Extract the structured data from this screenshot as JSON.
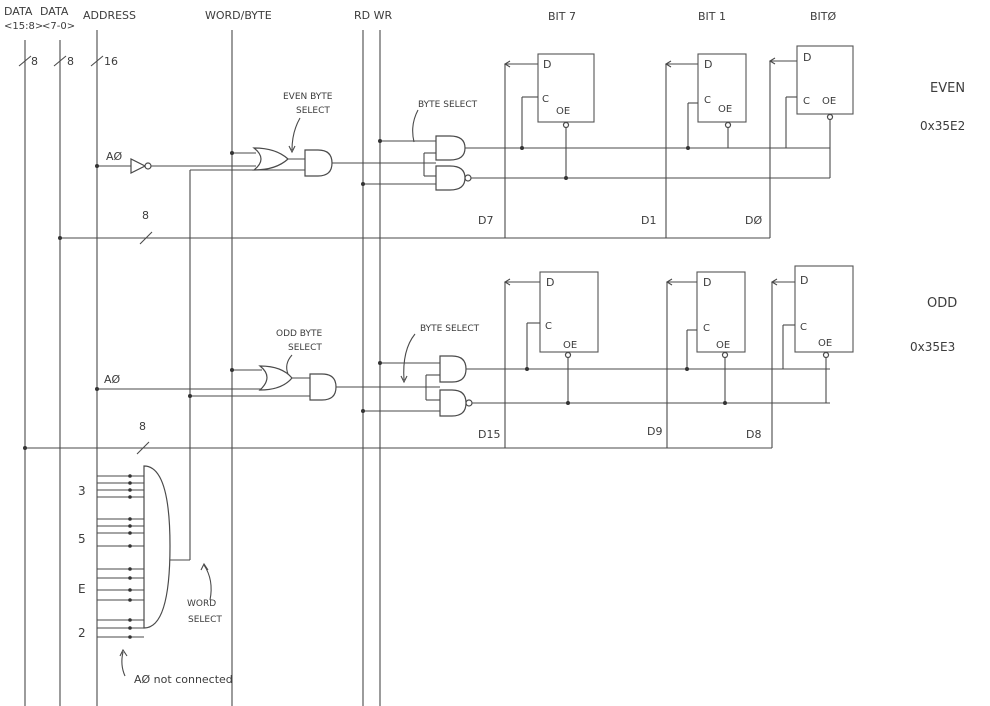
{
  "bus_labels": {
    "data_high": "DATA",
    "data_high_range": "<15:8>",
    "data_low": "DATA",
    "data_low_range": "<7-0>",
    "address": "ADDRESS",
    "word_byte": "WORD/BYTE",
    "rd_wr": "RD WR",
    "width_data_high": "8",
    "width_data_low": "8",
    "width_address": "16"
  },
  "column_labels": {
    "bit7": "BIT 7",
    "bit1": "BIT 1",
    "bit0": "BITØ"
  },
  "even": {
    "title": "EVEN",
    "address": "0x35E2",
    "a0_label": "AØ",
    "select_label_1": "EVEN BYTE",
    "select_label_2": "SELECT",
    "byte_select": "BYTE SELECT",
    "bus_width": "8",
    "lines": [
      "D7",
      "D1",
      "DØ"
    ]
  },
  "odd": {
    "title": "ODD",
    "address": "0x35E3",
    "a0_label": "AØ",
    "select_label_1": "ODD BYTE",
    "select_label_2": "SELECT",
    "byte_select": "BYTE SELECT",
    "bus_width": "8",
    "lines": [
      "D15",
      "D9",
      "D8"
    ]
  },
  "flipflop": {
    "d": "D",
    "c": "C",
    "oe": "OE"
  },
  "decoder": {
    "digits": [
      "3",
      "5",
      "E",
      "2"
    ],
    "word_select_1": "WORD",
    "word_select_2": "SELECT",
    "note": "AØ not connected"
  }
}
